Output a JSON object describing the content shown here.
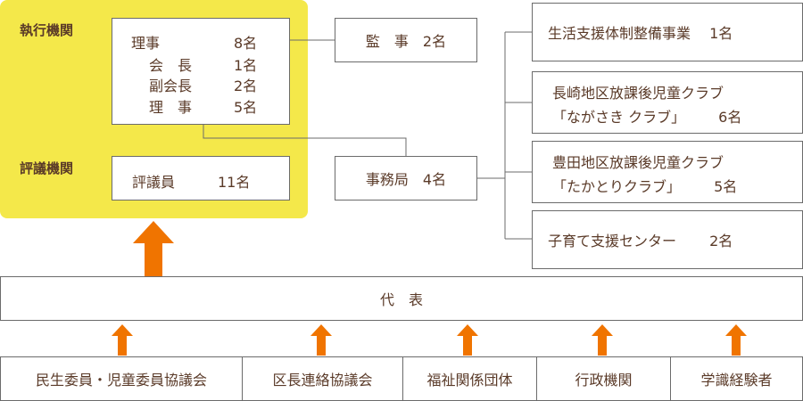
{
  "executive": {
    "section_label": "執行機関",
    "rows": [
      {
        "title": "理事",
        "count": "8名"
      },
      {
        "title": "会　長",
        "count": "1名"
      },
      {
        "title": "副会長",
        "count": "2名"
      },
      {
        "title": "理　事",
        "count": "5名"
      }
    ]
  },
  "council": {
    "section_label": "評議機関",
    "title": "評議員",
    "count": "11名"
  },
  "auditor": {
    "label": "監　事　2名"
  },
  "secretariat": {
    "label": "事務局　4名"
  },
  "projects": [
    {
      "line1": "生活支援体制整備事業　 1名",
      "line2": ""
    },
    {
      "line1": "長崎地区放課後児童クラブ",
      "line2": "「ながさき クラブ」 　　6名"
    },
    {
      "line1": "豊田地区放課後児童クラブ",
      "line2": "「たかとりクラブ」 　　5名"
    },
    {
      "line1": "子育て支援センター　　 2名",
      "line2": ""
    }
  ],
  "representatives": {
    "label": "代　表"
  },
  "groups": [
    {
      "label": "民生委員・児童委員協議会"
    },
    {
      "label": "区長連絡協議会"
    },
    {
      "label": "福祉関係団体"
    },
    {
      "label": "行政機関"
    },
    {
      "label": "学識経験者"
    }
  ],
  "colors": {
    "accent_yellow": "#f4e84a",
    "arrow_orange": "#f07400",
    "text_brown": "#5a3a28",
    "border_gray": "#6b6b6b"
  }
}
